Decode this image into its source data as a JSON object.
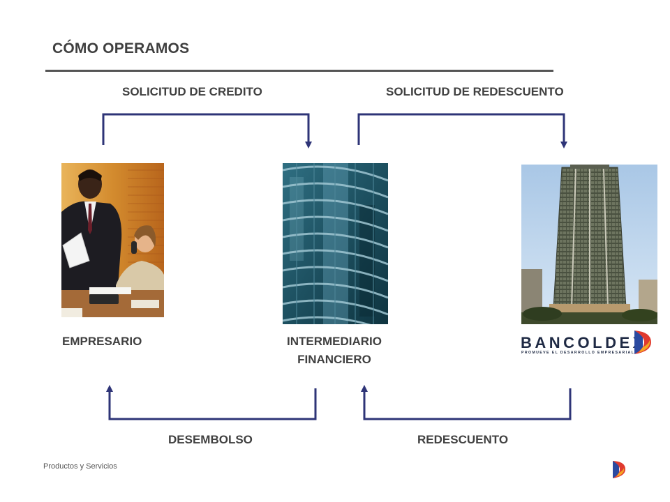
{
  "title": "CÓMO OPERAMOS",
  "flows": {
    "solicitud_credito": "SOLICITUD DE CREDITO",
    "solicitud_redescuento": "SOLICITUD DE REDESCUENTO",
    "desembolso": "DESEMBOLSO",
    "redescuento": "REDESCUENTO"
  },
  "nodes": {
    "empresario": "EMPRESARIO",
    "intermediario": "INTERMEDIARIO FINANCIERO"
  },
  "bancoldex": {
    "name": "BANCOLDEX",
    "tagline": "PROMUEVE EL DESARROLLO EMPRESARIAL"
  },
  "footer": "Productos y  Servicios",
  "colors": {
    "arrow": "#2e3477",
    "logo_blue": "#2b4aa0",
    "logo_red": "#e03a2f",
    "logo_orange": "#f5a623"
  }
}
